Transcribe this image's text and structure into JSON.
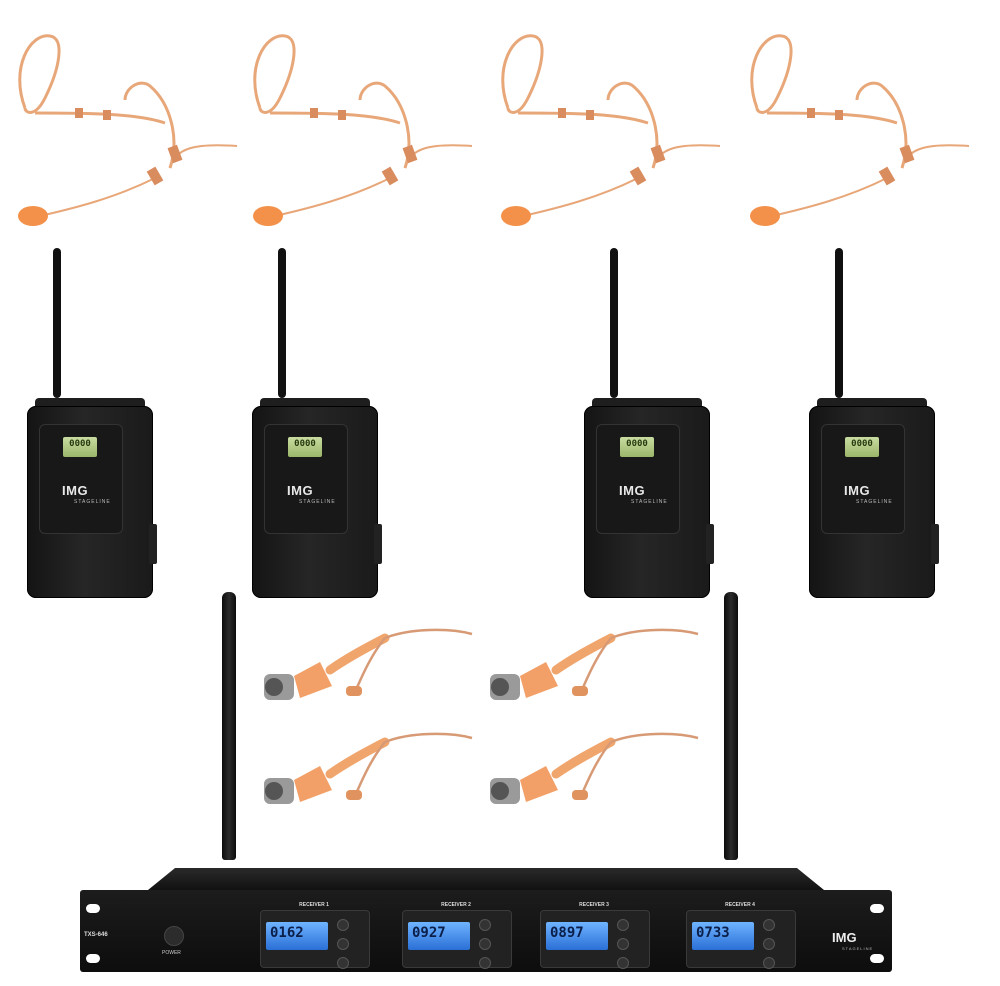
{
  "colors": {
    "background": "#ffffff",
    "skin_tone_cable": "#e8a779",
    "windscreen": "#f3914a",
    "device_black": "#161616",
    "lcd_blue": "#3c86ee",
    "lcd_green": "#b5cd86"
  },
  "bodypack": {
    "brand": "IMG",
    "sub_brand": "STAGELINE",
    "lcd_value": "0000"
  },
  "receiver": {
    "model": "TXS-646",
    "power_label": "POWER",
    "brand": "IMG",
    "sub_brand": "STAGELINE",
    "channels": [
      {
        "label": "RECEIVER 1",
        "freq": "0162"
      },
      {
        "label": "RECEIVER 2",
        "freq": "0927"
      },
      {
        "label": "RECEIVER 3",
        "freq": "0897"
      },
      {
        "label": "RECEIVER 4",
        "freq": "0733"
      }
    ]
  },
  "icons": [
    "headset-microphone-icon",
    "bodypack-transmitter-icon",
    "lavalier-cable-icon",
    "antenna-icon"
  ]
}
